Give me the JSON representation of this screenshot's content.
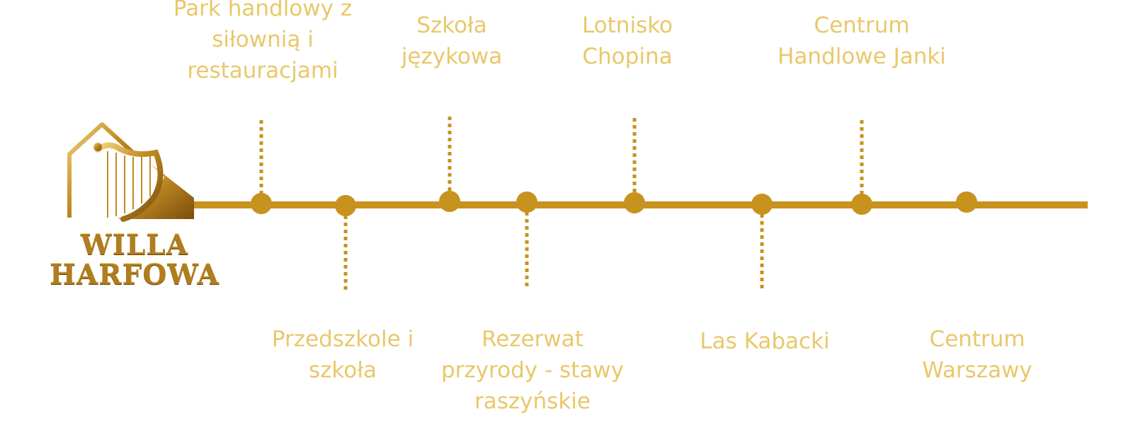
{
  "brand": {
    "line1": "WILLA",
    "line2": "HARFOWA",
    "logo_icon": "house-harp-icon"
  },
  "colors": {
    "line": "#c8921e",
    "label": "#e9c86a",
    "logo_gold": "#b07d1f"
  },
  "places": [
    {
      "id": "park-handlowy",
      "text": "Park handlowy z\nsiłownią i\nrestauracjami",
      "side": "top"
    },
    {
      "id": "przedszkole",
      "text": "Przedszkole i\nszkoła",
      "side": "bottom"
    },
    {
      "id": "szkola-jezykowa",
      "text": "Szkoła\njęzykowa",
      "side": "top"
    },
    {
      "id": "rezerwat",
      "text": "Rezerwat\nprzyrody - stawy\nraszyńskie",
      "side": "bottom"
    },
    {
      "id": "lotnisko",
      "text": "Lotnisko\nChopina",
      "side": "top"
    },
    {
      "id": "las-kabacki",
      "text": "Las Kabacki",
      "side": "bottom"
    },
    {
      "id": "centrum-janki",
      "text": "Centrum\nHandlowe Janki",
      "side": "top"
    },
    {
      "id": "centrum-warszawy",
      "text": "Centrum\nWarszawy",
      "side": "bottom"
    }
  ]
}
